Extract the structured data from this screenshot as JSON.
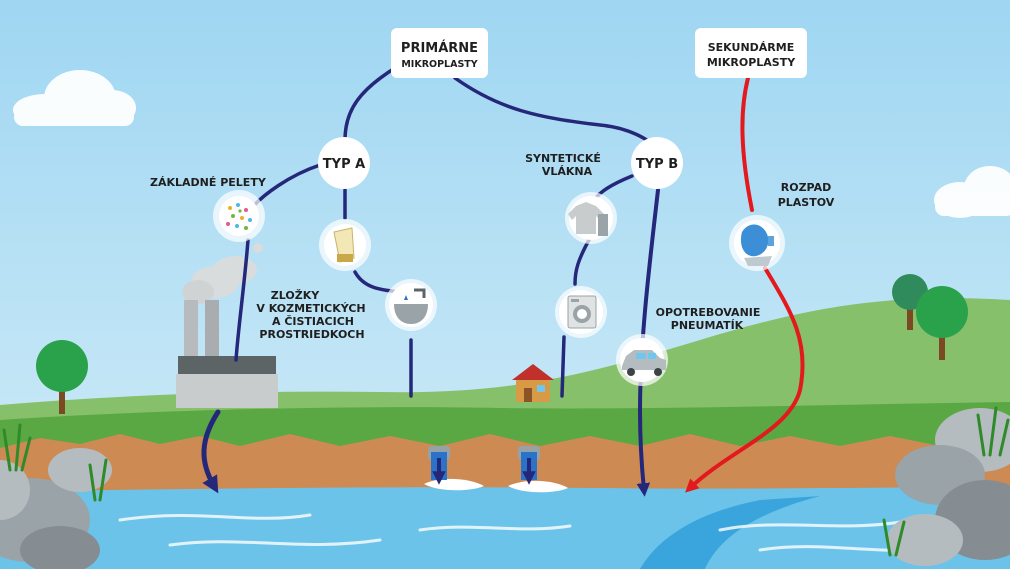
{
  "primary_box": {
    "line1": "PRIMÁRNE",
    "line2": "MIKROPLASTY"
  },
  "secondary_box": {
    "line1": "SEKUNDÁRME",
    "line2": "MIKROPLASTY"
  },
  "type_a": "TYP A",
  "type_b": "TYP B",
  "labels": {
    "pellets": "ZÁKLADNÉ PELETY",
    "cosmetics": [
      "ZLOŽKY",
      "V KOZMETICKÝCH",
      "A ČISTIACICH",
      "PROSTRIEDKOCH"
    ],
    "fibers": [
      "SYNTETICKÉ",
      "VLÁKNA"
    ],
    "tyres": [
      "OPOTREBOVANIE",
      "PNEUMATÍK"
    ],
    "breakdown": [
      "ROZPAD",
      "PLASTOV"
    ]
  },
  "icons": {
    "pellets": "pellets-icon",
    "cosmetics": "cosmetic-tube-icon",
    "sink": "sink-icon",
    "clothes": "clothes-icon",
    "washer": "washing-machine-icon",
    "car": "car-icon",
    "bag": "plastic-bag-icon"
  },
  "colors": {
    "sky": "#aedcf3",
    "hill": "#86c06a",
    "grass": "#5aa844",
    "soil": "#cd8a52",
    "water": "#6cc3ea",
    "primary_path": "#25277a",
    "secondary_path": "#e3191e"
  }
}
